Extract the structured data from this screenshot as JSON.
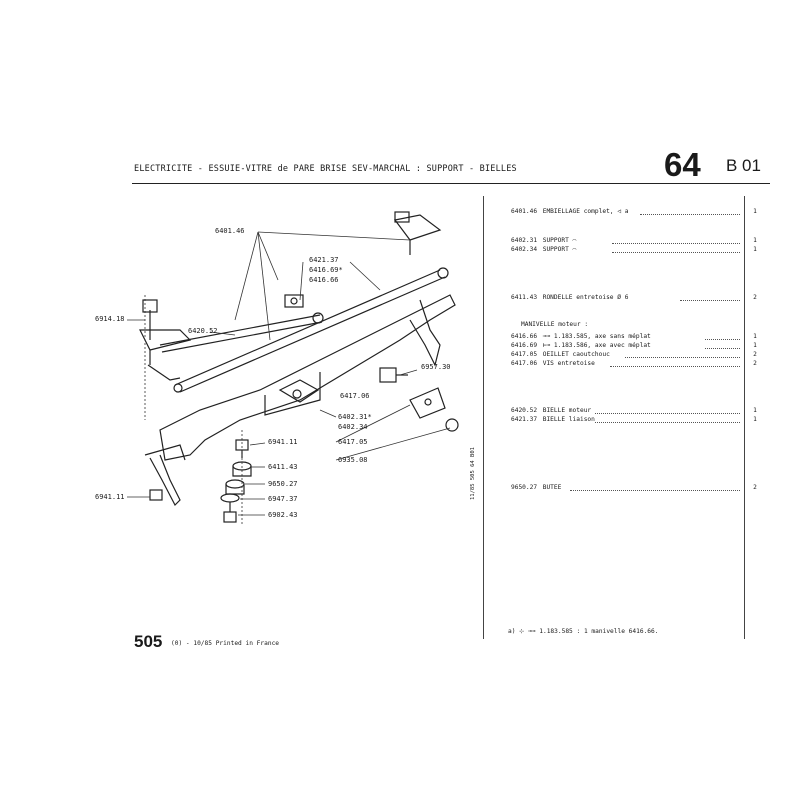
{
  "header": {
    "title": "ELECTRICITE - ESSUIE-VITRE de PARE BRISE SEV-MARCHAL : SUPPORT - BIELLES",
    "section_number": "64",
    "section_sub": "B 01"
  },
  "callouts": {
    "c640146": "6401.46",
    "c642137": "6421.37",
    "c641669": "6416.69*",
    "c641666": "6416.66",
    "c691418": "6914.18",
    "c642052": "6420.52",
    "c695730": "6957.30",
    "c641706": "6417.06",
    "c640231": "6402.31*",
    "c640234": "6402.34",
    "c641705": "6417.05",
    "c693508": "6935.08",
    "c694111a": "6941.11",
    "c641143": "6411.43",
    "c965027": "9650.27",
    "c694737": "6947.37",
    "c690243": "6902.43",
    "c694111b": "6941.11"
  },
  "parts": [
    {
      "ref": "6401.46",
      "desc": "EMBIELLAGE complet, ◁ a",
      "qty": "1"
    },
    {
      "ref": "6402.31",
      "desc": "SUPPORT ⌒",
      "qty": "1"
    },
    {
      "ref": "6402.34",
      "desc": "SUPPORT ⌒",
      "qty": "1"
    },
    {
      "ref": "6411.43",
      "desc": "RONDELLE entretoise Ø 6",
      "qty": "2"
    },
    {
      "ref": "6416.66",
      "desc": "⊸⊸ 1.183.585, axe sans méplat",
      "qty": "1"
    },
    {
      "ref": "6416.69",
      "desc": "⊢⊸ 1.183.586, axe avec méplat",
      "qty": "1"
    },
    {
      "ref": "6417.05",
      "desc": "OEILLET caoutchouc",
      "qty": "2"
    },
    {
      "ref": "6417.06",
      "desc": "VIS entretoise",
      "qty": "2"
    },
    {
      "ref": "6420.52",
      "desc": "BIELLE moteur",
      "qty": "1"
    },
    {
      "ref": "6421.37",
      "desc": "BIELLE liaison",
      "qty": "1"
    },
    {
      "ref": "9650.27",
      "desc": "BUTEE",
      "qty": "2"
    }
  ],
  "subheading": "MANIVELLE moteur :",
  "footnote": "a) ⊹ ⊸⊸ 1.183.585 : 1 manivelle 6416.66.",
  "footer": {
    "model": "505",
    "print_info": "(0) - 10/85 Printed in France",
    "vertical_ref": "11/85 505 64 B01"
  }
}
